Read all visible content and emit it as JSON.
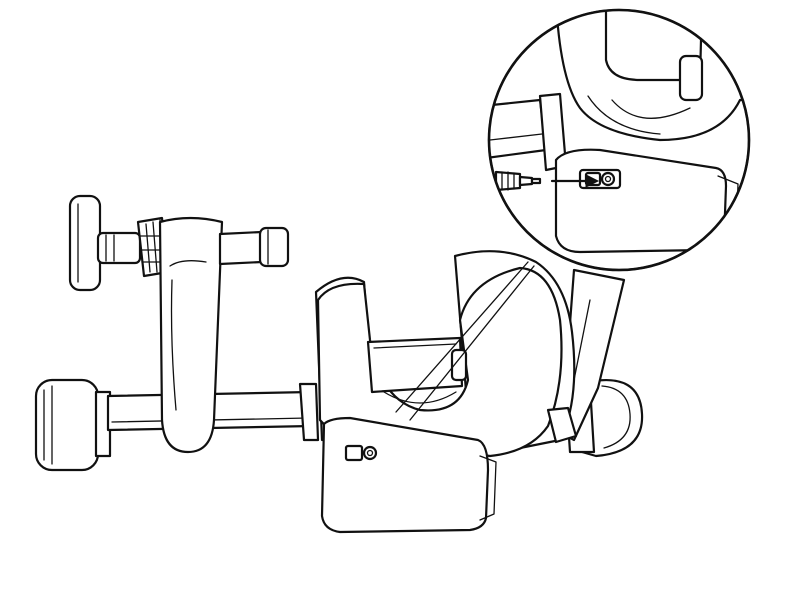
{
  "diagram": {
    "kind": "product-line-drawing",
    "subject": "bicycle-trainer",
    "callout": "magnified-view-of-cable-port",
    "colors": {
      "line": "#111111",
      "fill": "#ffffff"
    },
    "icons": [
      "cable-plug-icon",
      "port-socket-icon",
      "arrow-icon"
    ]
  }
}
